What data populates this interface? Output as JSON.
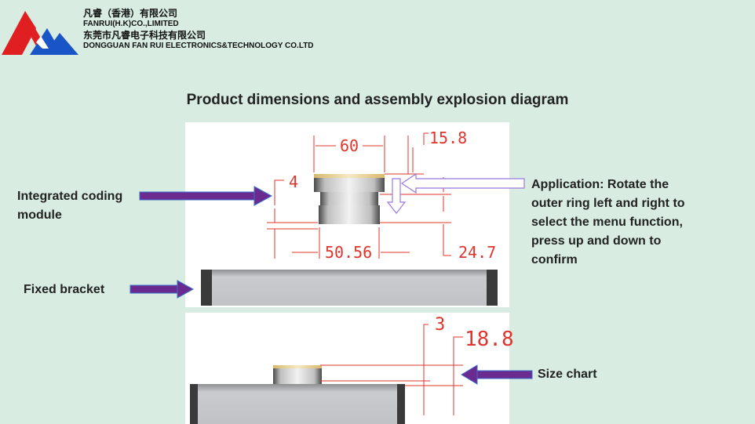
{
  "company": {
    "name_cn": "凡睿（香港）有限公司",
    "name_en": "FANRUI(H.K)CO.,LIMITED",
    "dongguan_cn": "东莞市凡睿电子科技有限公司",
    "dongguan_en": "DONGGUAN FAN RUI ELECTRONICS&TECHNOLOGY CO.LTD"
  },
  "title": "Product dimensions and assembly explosion diagram",
  "labels": {
    "module": "Integrated coding module",
    "bracket": "Fixed bracket",
    "application": "Application: Rotate the outer ring left and right to select the menu function, press up and down to confirm",
    "size_chart": "Size chart"
  },
  "dimensions": {
    "top_width": "60",
    "top_height": "15.8",
    "ring_height": "4",
    "bottom_width": "50.56",
    "total_height": "24.7",
    "lower_step": "3",
    "lower_height": "18.8"
  },
  "colors": {
    "background": "#d8ece2",
    "dimension": "#e0342c",
    "arrow": "#6a2a8f"
  }
}
